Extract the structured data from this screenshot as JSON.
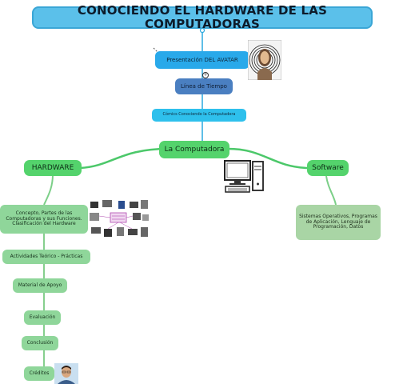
{
  "title": "CONOCIENDO EL HARDWARE DE LAS COMPUTADORAS",
  "nodes": {
    "presentacion": "Presentación DEL AVATAR",
    "linea_tiempo": "Línea de Tiempo",
    "comics": "Cómics Conociendo la Computadora",
    "computadora": "La Computadora",
    "hardware": "HARDWARE",
    "software": "Software",
    "concepto": "Concepto, Partes de las Computadoras y sus Funciones. Clasificación del Hardware",
    "actividades": "Actividades Teórico - Prácticas",
    "material": "Material de Apoyo",
    "evaluacion": "Evaluación",
    "conclusion": "Conclusión",
    "creditos": "Créditos",
    "software_desc": "Sistemas Operativos, Programas de Aplicación, Lenguaje de Programación, Datos"
  },
  "colors": {
    "title_bg": "#5bc0ea",
    "branch_blue": "#29a9ea",
    "branch_green": "#54d36c",
    "leaf_green": "#8fd69a"
  }
}
